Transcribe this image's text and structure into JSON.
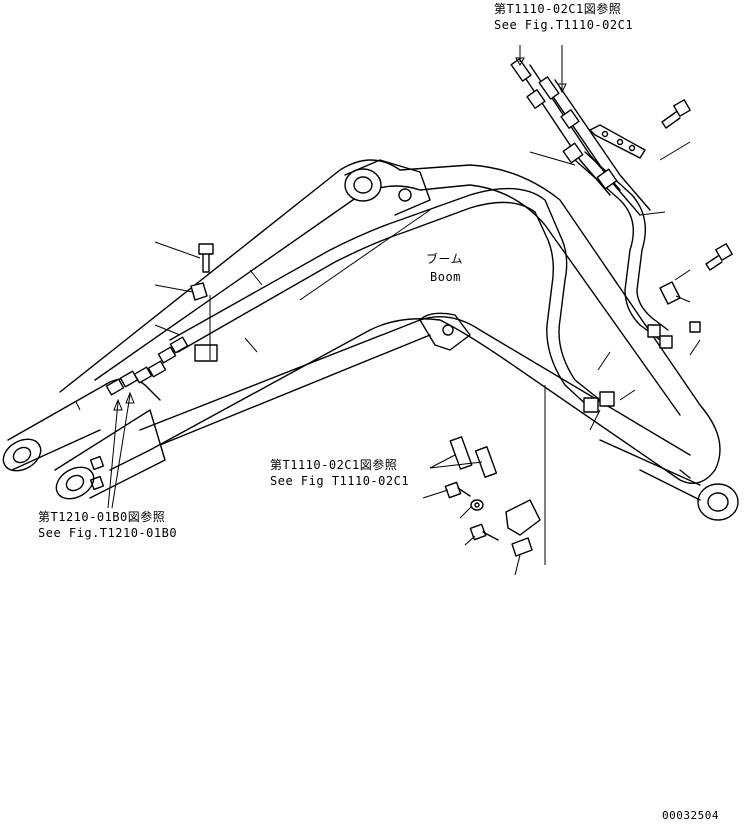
{
  "callouts": {
    "top_ref_jp": "第T1110-02C1図参照",
    "top_ref_en": "See Fig.T1110-02C1",
    "mid_ref_jp": "第T1110-02C1図参照",
    "mid_ref_en": "See Fig T1110-02C1",
    "left_ref_jp": "第T1210-01B0図参照",
    "left_ref_en": "See Fig.T1210-01B0",
    "boom_jp": "ブーム",
    "boom_en": "Boom",
    "drawing_no": "00032504"
  },
  "icons": {
    "bolt": "bolt-icon",
    "washer": "washer-icon",
    "clamp": "clamp-icon",
    "hose": "hose-icon"
  }
}
